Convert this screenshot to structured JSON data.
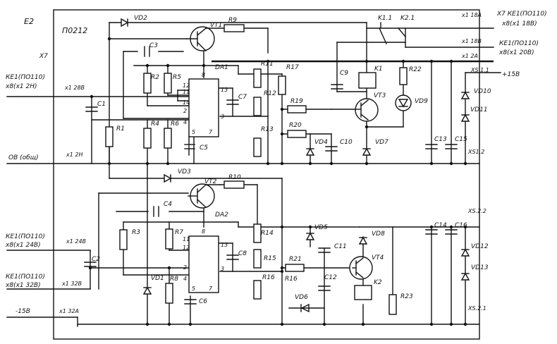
{
  "header": {
    "board_id": "E2",
    "board_type": "П0212"
  },
  "connectors": {
    "top_left_wire": "X7",
    "x1_28v_left": "x1 28В",
    "x1_2n": "x1 2Н",
    "x1_24v": "x1 24В",
    "x1_32v": "x1 32В",
    "x1_32a": "x1 32А",
    "x1_18a": "x1 18А",
    "x1_18v": "x1 18В",
    "x1_2a": "x1 2А",
    "xs_11": "XS 1.1",
    "xs_12": "XS1.2",
    "xs_22": "XS.2.2",
    "xs_21": "XS.2.1"
  },
  "external_labels": {
    "ke1_28v_name": "КЕ1(ПО110)",
    "ke1_28v_pin": "х8(х1 2Н)",
    "ov_common": "ОВ (общ)",
    "ke1_24v_name": "КЕ1(ПО110)",
    "ke1_24v_pin": "х8(х1 24В)",
    "ke1_32v_name": "КЕ1(ПО110)",
    "ke1_32v_pin": "х8(х1 32В)",
    "minus_15v": "-15В",
    "plus_15v": "+15В",
    "ke1_18a_name": "Х7 КЕ1(ПО110)",
    "ke1_18a_pin": "х8(х1 18В)",
    "ke1_18v_name": "КЕ1(ПО110)",
    "ke1_18v_pin": "х8(х1 20В)"
  },
  "components": {
    "vd2": "VD2",
    "vd3": "VD3",
    "vt1": "VT1",
    "vt2": "VT2",
    "r9": "R9",
    "r10": "R10",
    "c3": "C3",
    "c4": "C4",
    "da1": "DA1",
    "da2": "DA2",
    "r1": "R1",
    "r2": "R2",
    "r3": "R3",
    "r4": "R4",
    "r5": "R5",
    "r6": "R6",
    "r7": "R7",
    "r8": "R8",
    "c1": "C1",
    "c2": "C2",
    "c5": "C5",
    "c6": "C6",
    "c7": "C7",
    "c8": "C8",
    "r11": "R11",
    "r12": "R12",
    "r13": "R13",
    "r14": "R14",
    "r15": "R15",
    "r16": "R16",
    "r17": "R17",
    "r19": "R19",
    "r20": "R20",
    "r21": "R21",
    "r22": "R22",
    "r23": "R23",
    "c9": "C9",
    "c10": "C10",
    "c11": "C11",
    "c12": "C12",
    "c13": "C13",
    "c14": "C14",
    "c15": "C15",
    "c16": "C16",
    "vd1": "VD1",
    "vd4": "VD4",
    "vd5": "VD5",
    "vd6": "VD6",
    "vd7": "VD7",
    "vd8": "VD8",
    "vd9": "VD9",
    "vd10": "VD10",
    "vd11": "VD11",
    "vd12": "VD12",
    "vd13": "VD13",
    "vt3": "VT3",
    "vt4": "VT4",
    "k1": "K1",
    "k2": "K2",
    "k11": "K1.1",
    "k21": "K2.1",
    "r16b": "R16"
  },
  "pins": {
    "da1_8": "8",
    "da1_12": "12",
    "da1_11": "11",
    "da1_14": "14",
    "da1_2": "2",
    "da1_4": "4",
    "da1_13": "13",
    "da1_3": "3",
    "da1_5": "5",
    "da1_7": "7",
    "da2_8": "8",
    "da2_11": "11",
    "da2_12": "12",
    "da2_13": "13",
    "da2_2": "2",
    "da2_3": "3",
    "da2_4": "4",
    "da2_5": "5",
    "da2_7": "7"
  }
}
